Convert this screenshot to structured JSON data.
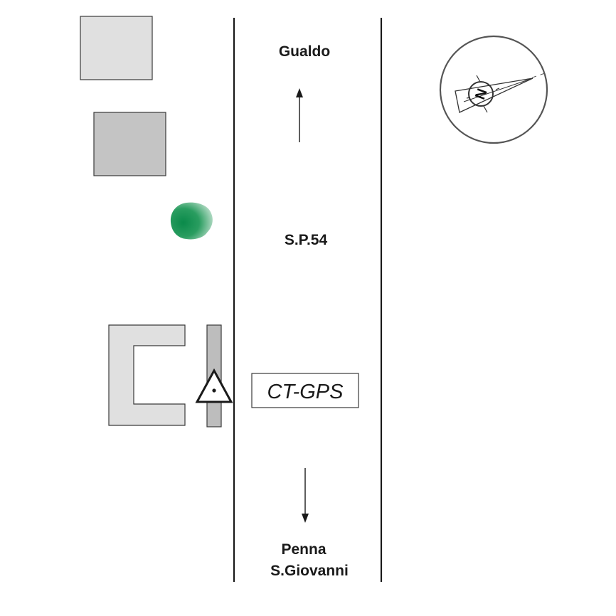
{
  "map": {
    "road_label": "S.P.54",
    "north_destination": "Gualdo",
    "south_destination_line1": "Penna",
    "south_destination_line2": "S.Giovanni",
    "station_label": "CT-GPS",
    "compass_letter": "N"
  },
  "colors": {
    "road_edge": "#1a1a1a",
    "building_light": "#e0e0e0",
    "building_medium": "#c4c4c4",
    "wall_strip": "#bdbdbd",
    "tree_dark": "#0a8a4a",
    "tree_light": "#d8ece0",
    "outline": "#3a3a3a"
  },
  "icons": {
    "station_marker": "triangle-dot-icon",
    "compass": "compass-icon"
  }
}
